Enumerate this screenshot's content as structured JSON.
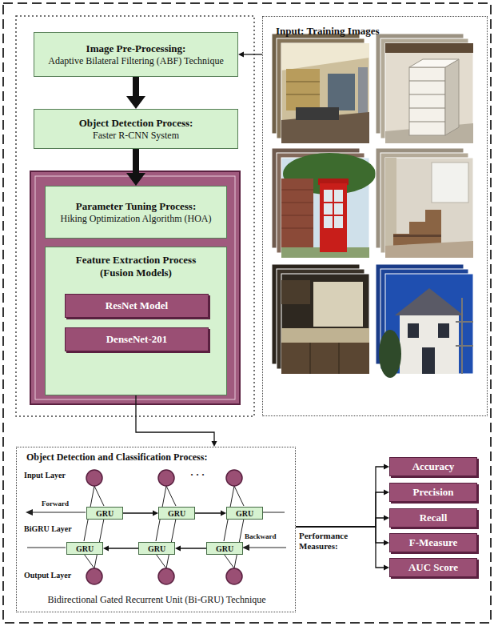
{
  "diagram": {
    "nodes": [
      {
        "text": [
          "Image Pre-Processing:",
          "Adaptive Bilateral Filtering (ABF) Technique"
        ]
      },
      {
        "text": [
          "Object Detection Process:",
          "Faster R-CNN System"
        ]
      },
      {
        "text": [
          "Parameter Tuning Process:",
          "Hiking Optimization Algorithm (HOA)"
        ]
      },
      {
        "text": [
          "Feature Extraction Process (Fusion Models)"
        ]
      },
      {
        "text": [
          "ResNet Model"
        ],
        "in": 3
      },
      {
        "text": [
          "DenseNet-201"
        ],
        "in": 3
      },
      {
        "text": [
          "Input: Training Images"
        ]
      },
      {
        "text": [
          "Object Detection and Classification Process:",
          "Bidirectional Gated Recurrent Unit (Bi-GRU) Technique"
        ]
      },
      {
        "text": [
          "GRU"
        ],
        "in": 7
      },
      {
        "text": [
          "GRU"
        ],
        "in": 7
      },
      {
        "text": [
          "GRU"
        ],
        "in": 7
      },
      {
        "text": [
          "GRU"
        ],
        "in": 7
      },
      {
        "text": [
          "GRU"
        ],
        "in": 7
      },
      {
        "text": [
          "GRU"
        ],
        "in": 7
      },
      {
        "text": [
          "Accuracy"
        ]
      },
      {
        "text": [
          "Precision"
        ]
      },
      {
        "text": [
          "Recall"
        ]
      },
      {
        "text": [
          "F-Measure"
        ]
      },
      {
        "text": [
          "AUC Score"
        ]
      }
    ],
    "edges": [
      {
        "from": 6,
        "to": 0,
        "arrow": "to"
      },
      {
        "from": 0,
        "to": 1,
        "arrow": "to"
      },
      {
        "from": 1,
        "to": 2,
        "arrow": "to"
      },
      {
        "from": 3,
        "to": 7,
        "arrow": "to"
      },
      {
        "from": 8,
        "to": 9,
        "arrow": "to"
      },
      {
        "from": 9,
        "to": 10,
        "arrow": "to"
      },
      {
        "from": 13,
        "to": 12,
        "arrow": "to"
      },
      {
        "from": 12,
        "to": 11,
        "arrow": "to"
      },
      {
        "from": 7,
        "to": 14,
        "arrow": "to"
      },
      {
        "from": 7,
        "to": 15,
        "arrow": "to"
      },
      {
        "from": 7,
        "to": 16,
        "arrow": "to"
      },
      {
        "from": 7,
        "to": 17,
        "arrow": "to"
      },
      {
        "from": 7,
        "to": 18,
        "arrow": "to"
      }
    ],
    "labels": [
      "Input Layer",
      "BiGRU Layer",
      "Output Layer",
      "Forward",
      "Backward",
      "· · ·",
      "Performance Measures:"
    ]
  }
}
